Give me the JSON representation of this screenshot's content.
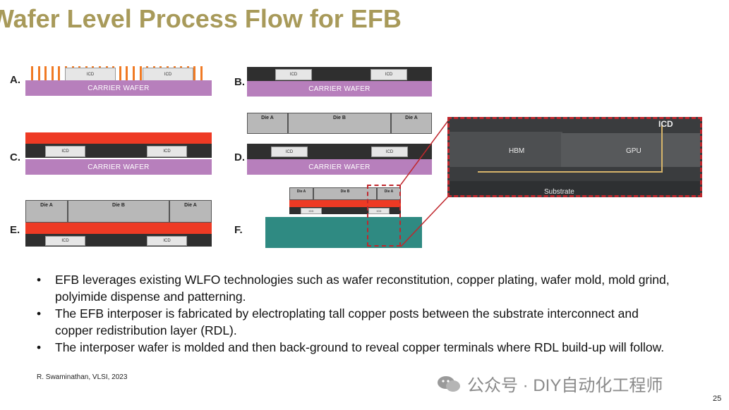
{
  "title": "Wafer Level Process Flow for EFB",
  "steps": {
    "a": {
      "label": "A.",
      "carrier": "CARRIER WAFER",
      "icd": "ICD"
    },
    "b": {
      "label": "B.",
      "carrier": "CARRIER WAFER",
      "icd": "ICD"
    },
    "c": {
      "label": "C.",
      "carrier": "CARRIER WAFER",
      "icd": "ICD"
    },
    "d": {
      "label": "D.",
      "carrier": "CARRIER WAFER",
      "icd": "ICD",
      "die_a": "Die A",
      "die_b": "Die B"
    },
    "e": {
      "label": "E.",
      "icd": "ICD",
      "die_a": "Die A",
      "die_b": "Die B"
    },
    "f": {
      "label": "F.",
      "icd": "ICD",
      "die_a": "Die A",
      "die_b": "Die B"
    }
  },
  "zoom": {
    "icd": "ICD",
    "hbm": "HBM",
    "gpu": "GPU",
    "substrate": "Substrate"
  },
  "bullets": [
    "EFB leverages existing WLFO technologies such as wafer reconstitution, copper plating, wafer mold, mold grind, polyimide dispense and patterning.",
    "The EFB interposer is fabricated by electroplating tall copper posts between the substrate interconnect and copper redistribution layer (RDL).",
    "The interposer wafer is molded and then back-ground to reveal copper terminals where RDL build-up will follow."
  ],
  "reference": "R. Swaminathan, VLSI, 2023",
  "watermark": "公众号 · DIY自动化工程师",
  "page_number": "25",
  "colors": {
    "title": "#a89a5a",
    "carrier": "#b77fbc",
    "copper": "#f07a24",
    "rdl": "#ee3a24",
    "highlight": "#c0272d"
  }
}
